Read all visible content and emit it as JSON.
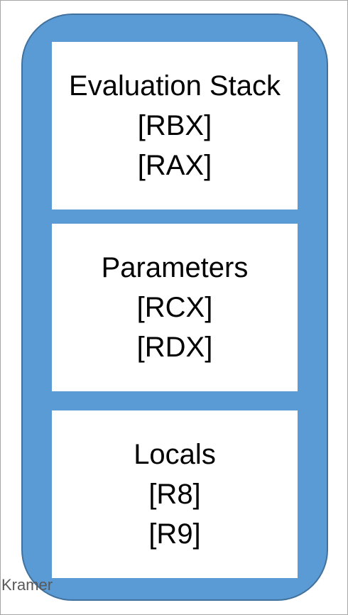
{
  "sections": [
    {
      "title": "Evaluation Stack",
      "registers": [
        "[RBX]",
        "[RAX]"
      ]
    },
    {
      "title": "Parameters",
      "registers": [
        "[RCX]",
        "[RDX]"
      ]
    },
    {
      "title": "Locals",
      "registers": [
        "[R8]",
        "[R9]"
      ]
    }
  ],
  "author": "Kramer",
  "colors": {
    "container_fill": "#5b9bd5",
    "container_border": "#41719c",
    "panel_fill": "#ffffff"
  }
}
